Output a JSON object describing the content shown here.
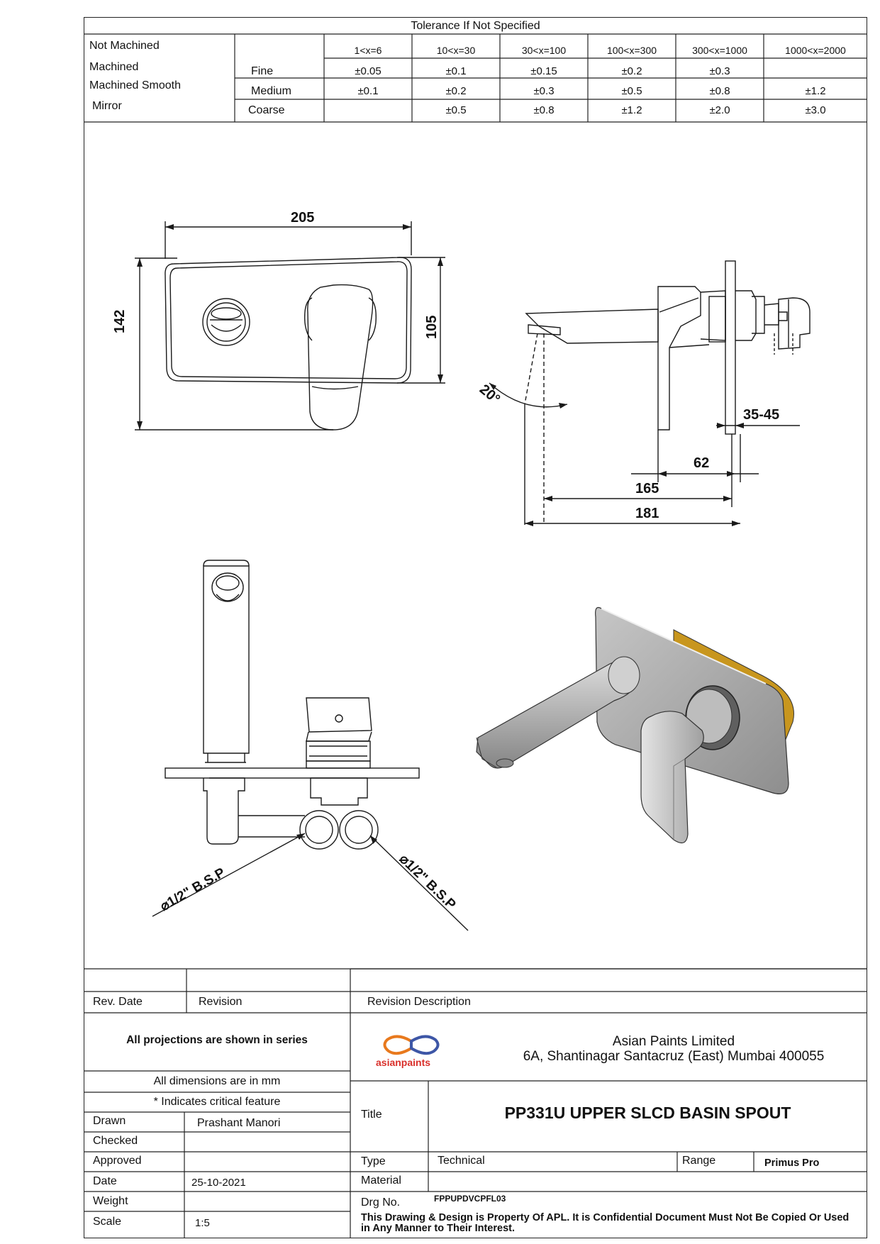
{
  "tolerance": {
    "title": "Tolerance If Not Specified",
    "row_labels": [
      "Not Machined",
      "Machined",
      "Machined Smooth",
      "Mirror"
    ],
    "grades": [
      "Fine",
      "Medium",
      "Coarse"
    ],
    "ranges": [
      "1<x=6",
      "10<x=30",
      "30<x=100",
      "100<x=300",
      "300<x=1000",
      "1000<x=2000"
    ],
    "fine": [
      "±0.05",
      "±0.1",
      "±0.15",
      "±0.2",
      "±0.3",
      ""
    ],
    "medium": [
      "±0.1",
      "±0.2",
      "±0.3",
      "±0.5",
      "±0.8",
      "±1.2"
    ],
    "coarse": [
      "",
      "±0.5",
      "±0.8",
      "±1.2",
      "±2.0",
      "±3.0"
    ]
  },
  "dims": {
    "front_width": "205",
    "front_height": "142",
    "plate_height": "105",
    "angle": "20°",
    "wall_adjust": "35-45",
    "d62": "62",
    "d165": "165",
    "d181": "181",
    "bsp_left": "1/2\" B.S.P",
    "bsp_right": "1/2\" B.S.P"
  },
  "title_block": {
    "rev_date_label": "Rev. Date",
    "revision_label": "Revision",
    "revision_desc_label": "Revision Description",
    "projections_note": "All projections are shown in series",
    "dimensions_note": "All dimensions are in mm",
    "critical_note": "* Indicates critical feature",
    "company_name": "Asian Paints Limited",
    "company_address": "6A, Shantinagar Santacruz (East) Mumbai 400055",
    "logo_text": "asianpaints",
    "drawn_label": "Drawn",
    "drawn_value": "Prashant Manori",
    "checked_label": "Checked",
    "checked_value": "",
    "approved_label": "Approved",
    "approved_value": "",
    "date_label": "Date",
    "date_value": "25-10-2021",
    "weight_label": "Weight",
    "weight_value": "",
    "scale_label": "Scale",
    "scale_value": "1:5",
    "title_label": "Title",
    "title_value": "PP331U UPPER SLCD BASIN SPOUT",
    "type_label": "Type",
    "type_value": "Technical",
    "range_label": "Range",
    "range_value": "Primus Pro",
    "material_label": "Material",
    "material_value": "",
    "drg_label": "Drg No.",
    "drg_value": "FPPUPDVCPFL03",
    "confidential": "This Drawing & Design is Property Of APL. It is Confidential Document Must Not Be Copied Or Used in Any Manner to Their Interest."
  },
  "colors": {
    "line": "#1a1a1a",
    "logo_orange": "#e8791d",
    "logo_blue": "#3d56a6",
    "logo_red": "#d9302b",
    "render_gray": "#a9a9a9",
    "render_gold": "#c8961e"
  }
}
